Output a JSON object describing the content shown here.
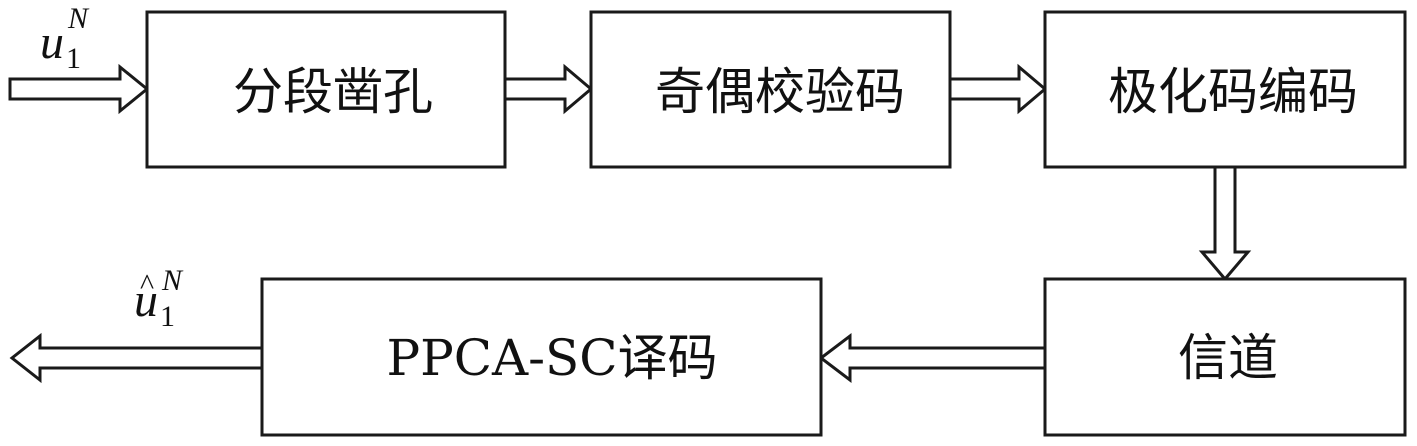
{
  "input_signal": {
    "base": "u",
    "sub": "1",
    "sup": "N"
  },
  "output_signal": {
    "base": "u",
    "hat": "^",
    "sub": "1",
    "sup": "N"
  },
  "blocks": {
    "segment_puncture": "分段凿孔",
    "parity_check_code": "奇偶校验码",
    "polar_encoding": "极化码编码",
    "channel": "信道",
    "ppca_sc_decoding": "PPCA-SC译码"
  },
  "colors": {
    "stroke": "#1a1a1a",
    "fill": "#ffffff",
    "text": "#111111"
  }
}
